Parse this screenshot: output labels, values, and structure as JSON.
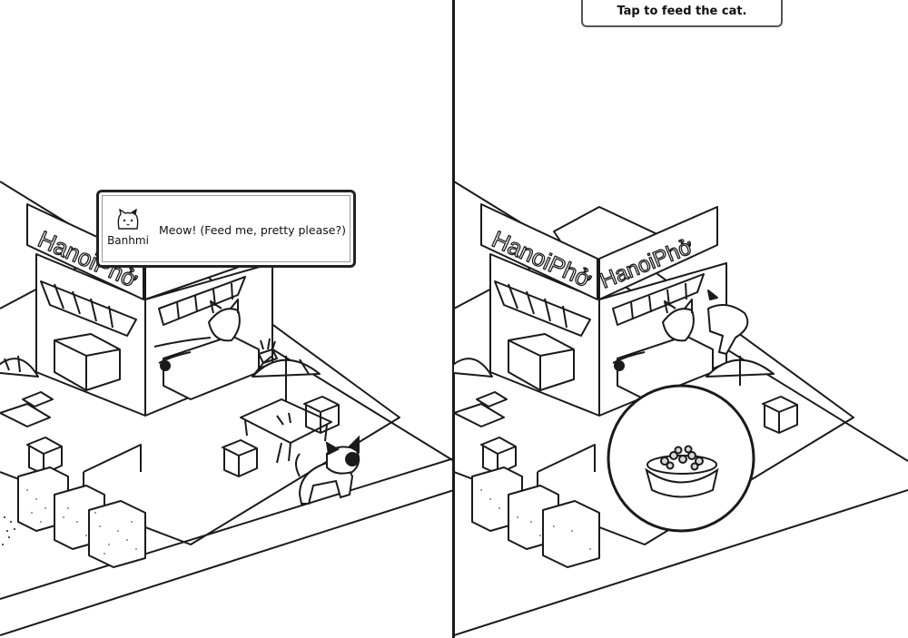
{
  "dialog": {
    "speaker_name": "Banhmi",
    "message": "Meow! (Feed me, pretty please?)",
    "avatar_icon": "cat-face-icon"
  },
  "hint": {
    "text": "Tap to feed the cat."
  },
  "sign_text": "HanoiPhở",
  "food_bowl_icon": "cat-food-bowl-icon",
  "colors": {
    "line": "#1a1a1a",
    "background": "#ffffff",
    "cat_patch": "#111111"
  }
}
